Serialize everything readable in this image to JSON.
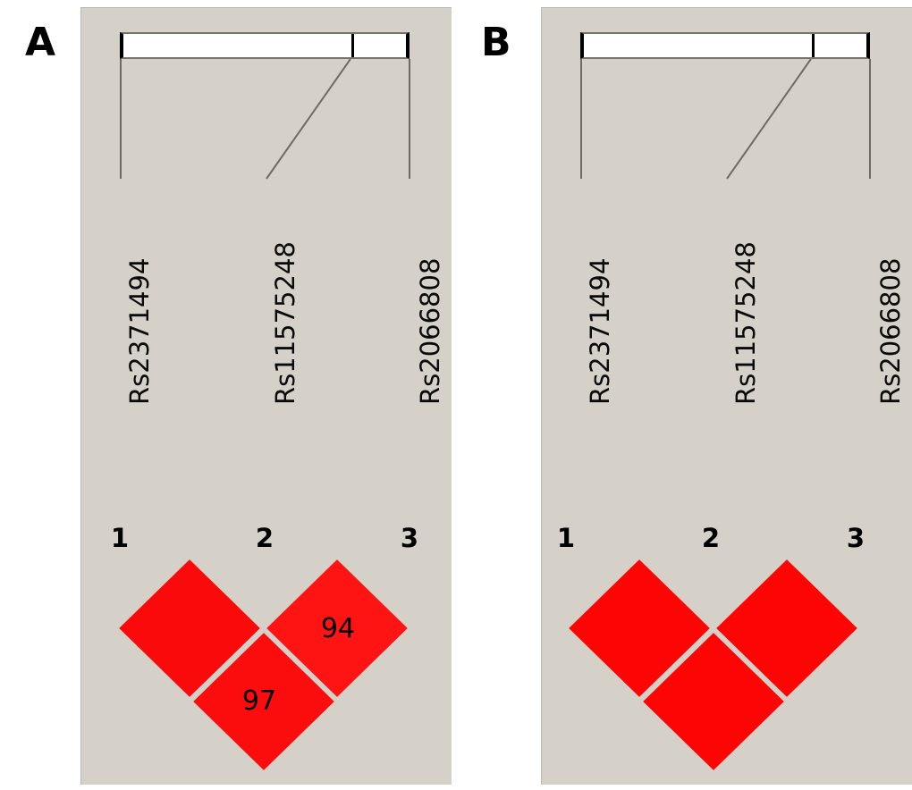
{
  "figure": {
    "background": "#ffffff",
    "panel_background": "#d5d1c9"
  },
  "panels": [
    {
      "letter": "A",
      "ruler": {
        "divider_label": "marker-divider"
      },
      "markers": [
        {
          "index": "1",
          "rsid": "Rs2371494"
        },
        {
          "index": "2",
          "rsid": "Rs11575248"
        },
        {
          "index": "3",
          "rsid": "Rs2066808"
        }
      ],
      "ld_blocks": [
        {
          "pair": "1-2",
          "value": "",
          "color": "#fa0a0a"
        },
        {
          "pair": "2-3",
          "value": "94",
          "color": "#ff1414"
        },
        {
          "pair": "1-3",
          "value": "97",
          "color": "#fc0d0d"
        }
      ]
    },
    {
      "letter": "B",
      "ruler": {
        "divider_label": "marker-divider"
      },
      "markers": [
        {
          "index": "1",
          "rsid": "Rs2371494"
        },
        {
          "index": "2",
          "rsid": "Rs11575248"
        },
        {
          "index": "3",
          "rsid": "Rs2066808"
        }
      ],
      "ld_blocks": [
        {
          "pair": "1-2",
          "value": "",
          "color": "#fe0505"
        },
        {
          "pair": "2-3",
          "value": "",
          "color": "#fe0505"
        },
        {
          "pair": "1-3",
          "value": "",
          "color": "#fe0505"
        }
      ]
    }
  ],
  "chart_data": {
    "type": "heatmap",
    "title": "",
    "description": "Haploview pairwise linkage-disequilibrium (LD) plot, two populations (A and B), three SNP markers each",
    "markers": [
      "Rs2371494",
      "Rs11575248",
      "Rs2066808"
    ],
    "marker_indices": [
      "1",
      "2",
      "3"
    ],
    "legend_position": "none",
    "grid": false,
    "panels": [
      {
        "label": "A",
        "cells": [
          {
            "row": 1,
            "col": 2,
            "value": null,
            "displayed": "",
            "color": "#fa0a0a"
          },
          {
            "row": 2,
            "col": 3,
            "value": 94,
            "displayed": "94",
            "color": "#ff1414"
          },
          {
            "row": 1,
            "col": 3,
            "value": 97,
            "displayed": "97",
            "color": "#fc0d0d"
          }
        ]
      },
      {
        "label": "B",
        "cells": [
          {
            "row": 1,
            "col": 2,
            "value": null,
            "displayed": "",
            "color": "#fe0505"
          },
          {
            "row": 2,
            "col": 3,
            "value": null,
            "displayed": "",
            "color": "#fe0505"
          },
          {
            "row": 1,
            "col": 3,
            "value": null,
            "displayed": "",
            "color": "#fe0505"
          }
        ]
      }
    ]
  }
}
